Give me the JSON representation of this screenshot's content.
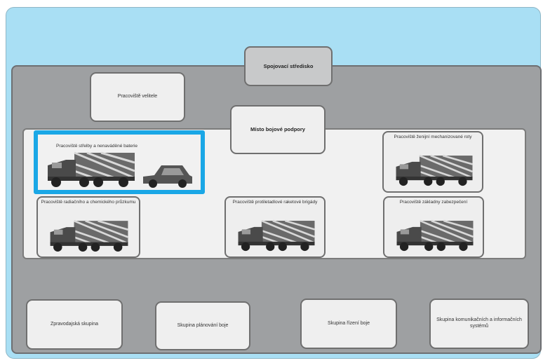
{
  "diagram": {
    "top_box": "Spojovací středisko",
    "workplace_top_left": "Pracoviště velitele",
    "combat_support": "Místo bojové podpory",
    "highlighted_workplace": "Pracoviště střelby a nenaváděné baterie",
    "wp_top_right": "Pracoviště ženijní mechanizované roty",
    "wp_bottom_left": "Pracoviště radiačního a chemického průzkumu",
    "wp_bottom_mid": "Pracoviště protiletadlové raketové brigády",
    "wp_bottom_right": "Pracoviště základny zabezpečení",
    "group_1": "Zpravodajská skupina",
    "group_2": "Skupina plánování boje",
    "group_3": "Skupina řízení boje",
    "group_4": "Skupina komunikačních a informačních systémů"
  },
  "colors": {
    "background": "#a9dff4",
    "panel": "#9ea0a2",
    "highlight": "#1aa7e6"
  }
}
